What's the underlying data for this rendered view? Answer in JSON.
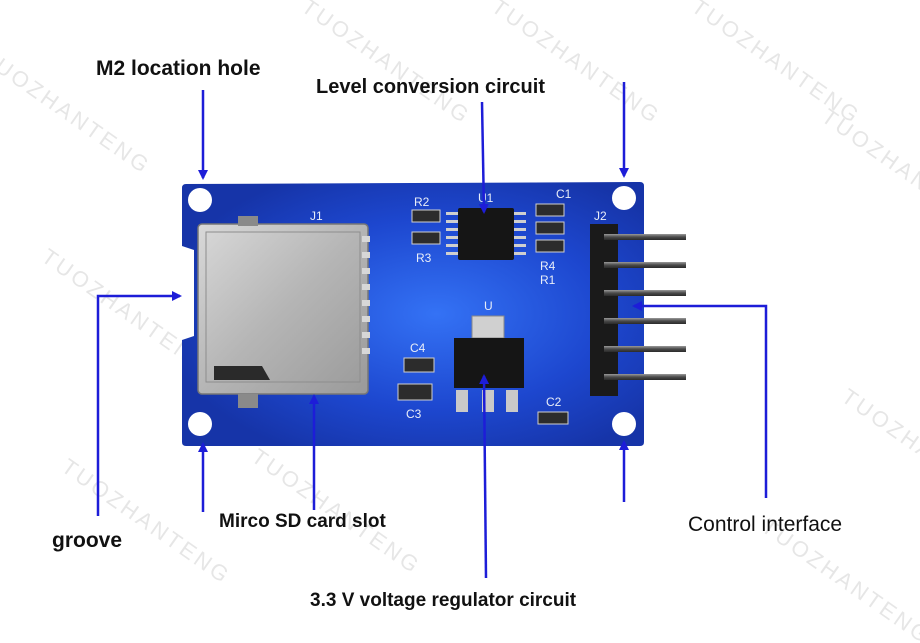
{
  "labels": {
    "m2_hole": "M2 location hole",
    "level_conversion": "Level conversion circuit",
    "groove": "groove",
    "sd_slot": "Mirco SD card slot",
    "control_interface": "Control interface",
    "regulator": "3.3 V voltage regulator circuit"
  },
  "silkscreen": {
    "j1": "J1",
    "j2": "J2",
    "u1": "U1",
    "u": "U",
    "r1": "R1",
    "r2": "R2",
    "r3": "R3",
    "r4": "R4",
    "c1": "C1",
    "c2": "C2",
    "c3": "C3",
    "c4": "C4"
  },
  "watermark": "TUOZHANTENG",
  "colors": {
    "pcb": "#1a3fc6",
    "pcb_glow": "#2f6cf0",
    "arrow": "#1d1dd8",
    "pins": "#3b3b3b",
    "slot": "#b8b8b8"
  }
}
